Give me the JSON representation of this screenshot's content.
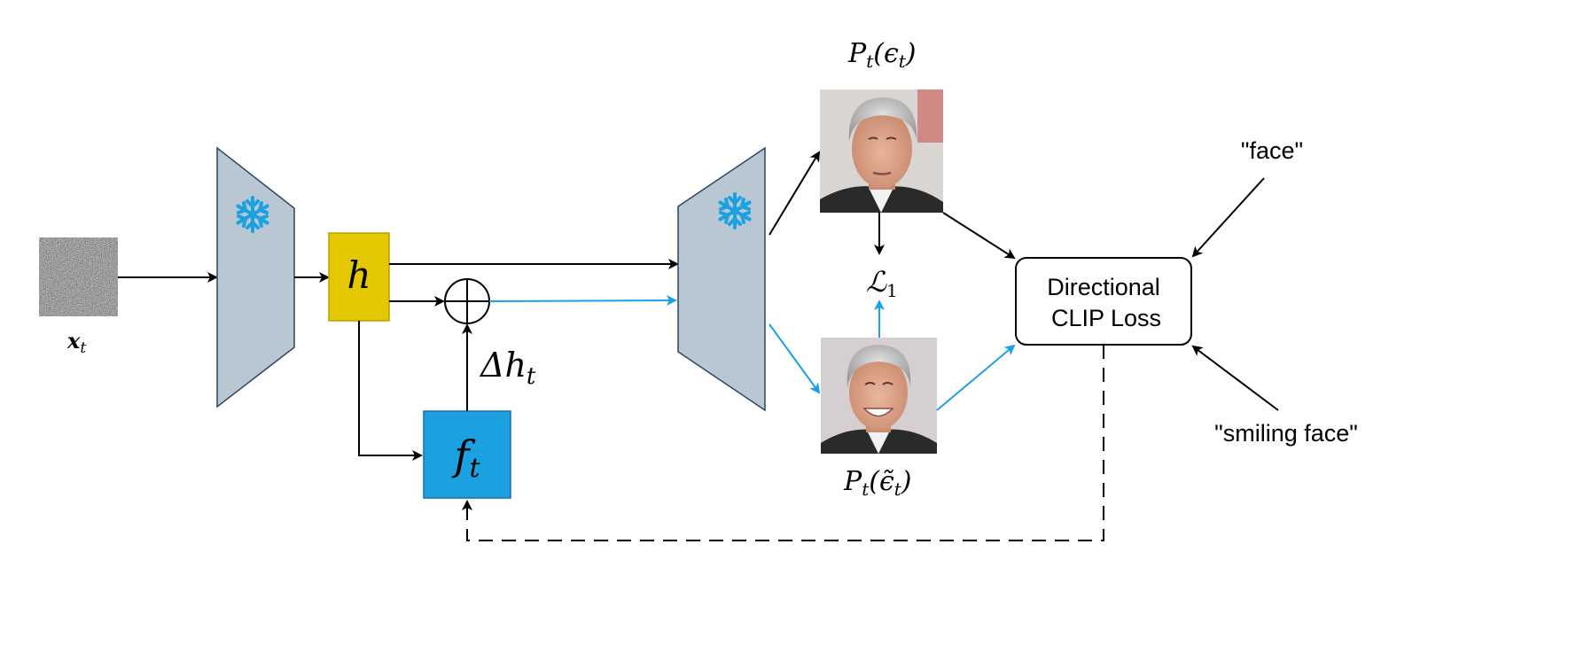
{
  "colors": {
    "trapezoid_fill": "#b9c7d3",
    "trapezoid_stroke": "#2b4660",
    "h_fill": "#e3c800",
    "h_stroke": "#b8a000",
    "f_fill": "#1ba0e2",
    "f_stroke": "#1370a8",
    "blue_arrow": "#1ba0e2",
    "black_arrow": "#000000",
    "snowflake": "#1ba0e2"
  },
  "labels": {
    "x_t": "x",
    "x_t_sub": "t",
    "h": "h",
    "f_t": "f",
    "f_t_sub": "t",
    "delta_h": "Δh",
    "delta_h_sub": "t",
    "P_eps": "P",
    "P_eps_sub": "t",
    "P_eps_arg": "(ϵ",
    "P_eps_arg_sub": "t",
    "P_eps_close": ")",
    "P_eps_tilde": "P",
    "P_eps_tilde_sub": "t",
    "P_eps_tilde_arg": "(ϵ̃",
    "P_eps_tilde_arg_sub": "t",
    "P_eps_tilde_close": ")",
    "L1": "ℒ",
    "L1_sub": "1",
    "clip_loss_line1": "Directional",
    "clip_loss_line2": "CLIP Loss",
    "face_prompt": "\"face\"",
    "smiling_prompt": "\"smiling face\""
  },
  "icons": {
    "frozen_encoder": "snowflake-icon",
    "frozen_decoder": "snowflake-icon",
    "add_op": "circled-plus-icon",
    "noise_image": "noise-image",
    "face_original": "face-image-neutral",
    "face_edited": "face-image-smiling"
  }
}
